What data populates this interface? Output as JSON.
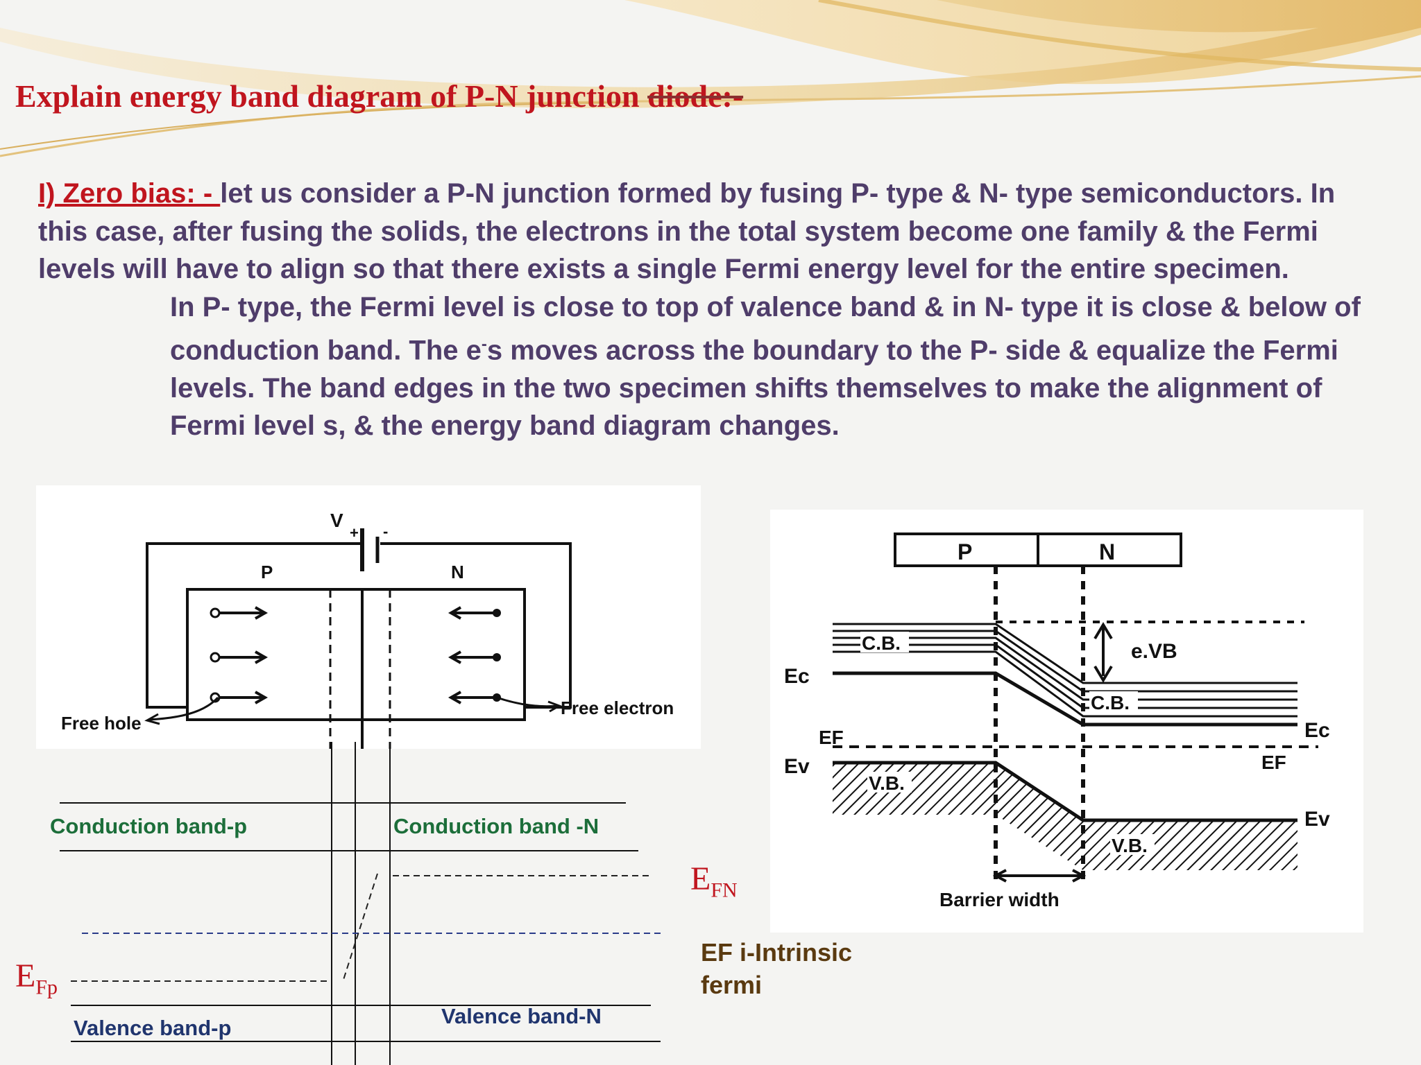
{
  "title": {
    "main": "Explain energy band diagram of P-N junction ",
    "tail": "diode:-"
  },
  "paragraph1": {
    "heading": "I) Zero bias: - ",
    "text": "let us consider a P-N junction formed by fusing P- type & N- type semiconductors. In this case, after fusing the solids, the electrons in the total system become one family & the Fermi levels will have to align so that there exists a single Fermi energy level for the entire specimen."
  },
  "paragraph2": {
    "text_a": "In P- type, the Fermi level is close to top of valence band & in N- type it is close & below of conduction band.  The e",
    "sup": "-",
    "text_b": "s moves across the boundary to the P- side & equalize the Fermi levels. The band edges in the two specimen shifts themselves to make the alignment of Fermi level s, & the energy band diagram changes."
  },
  "circuit_figure": {
    "voltage_label": "V",
    "plus": "+",
    "minus": "-",
    "p_label": "P",
    "n_label": "N",
    "free_hole": "Free hole",
    "free_electron": "Free electron"
  },
  "band_figure": {
    "p": "P",
    "n": "N",
    "ec_left": "Ec",
    "ef_left": "EF",
    "ev_left": "Ev",
    "cb_left": "C.B.",
    "cb_right": "C.B.",
    "vb_left": "V.B.",
    "vb_right": "V.B.",
    "evb": "e.VB",
    "ec_right": "Ec",
    "ef_right": "EF",
    "ev_right": "Ev",
    "barrier": "Barrier width"
  },
  "sketch": {
    "cb_p": "Conduction band-p",
    "cb_n": "Conduction band -N",
    "vb_p": "Valence  band-p",
    "vb_n": "Valence  band-N",
    "efn_main": "E",
    "efn_sub": "FN",
    "efp_main": "E",
    "efp_sub": "Fp",
    "efi_line1": "EF i-Intrinsic",
    "efi_line2": "fermi"
  },
  "colors": {
    "title": "#c0151e",
    "body": "#4f3d6a",
    "swoosh": "#e9c77a"
  }
}
